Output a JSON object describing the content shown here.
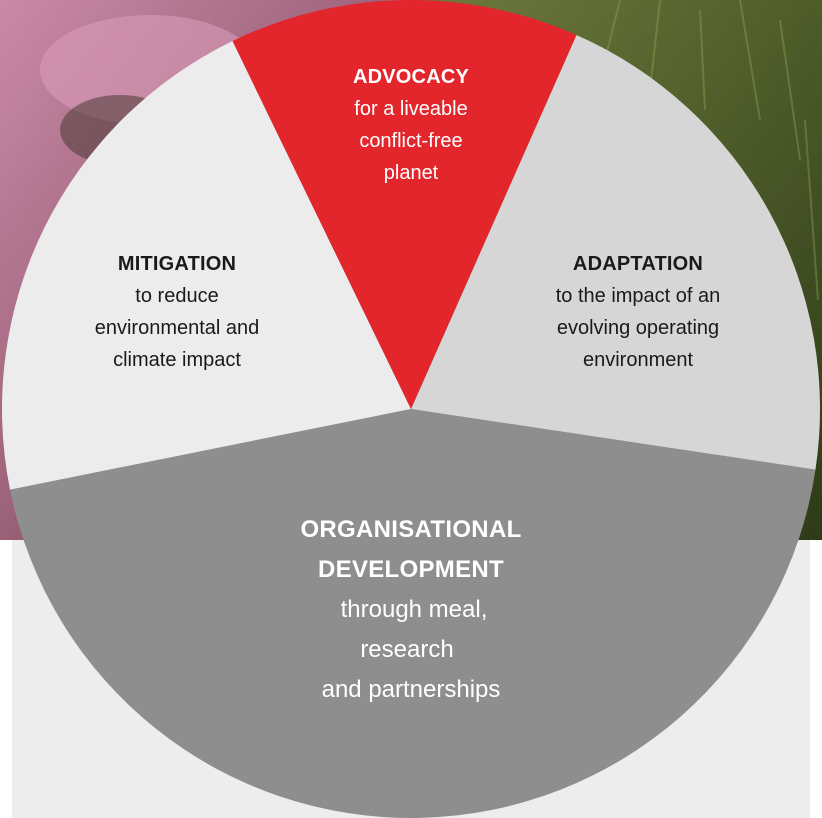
{
  "colors": {
    "advocacy": "#e3262c",
    "adaptation": "#d6d6d6",
    "mitigation": "#ececec",
    "organisational": "#8e8e8e",
    "dark_text": "#1a1a1a",
    "light_text": "#ffffff",
    "panel": "#ededed"
  },
  "segments": {
    "advocacy": {
      "title": "ADVOCACY",
      "lines": [
        "for a liveable",
        "conflict-free",
        "planet"
      ]
    },
    "mitigation": {
      "title": "MITIGATION",
      "lines": [
        "to reduce",
        "environmental and",
        "climate impact"
      ]
    },
    "adaptation": {
      "title": "ADAPTATION",
      "lines": [
        "to the impact of an",
        "evolving operating",
        "environment"
      ]
    },
    "organisational": {
      "title_lines": [
        "ORGANISATIONAL",
        "DEVELOPMENT"
      ],
      "lines": [
        "through meal,",
        "research",
        "and partnerships"
      ]
    }
  }
}
